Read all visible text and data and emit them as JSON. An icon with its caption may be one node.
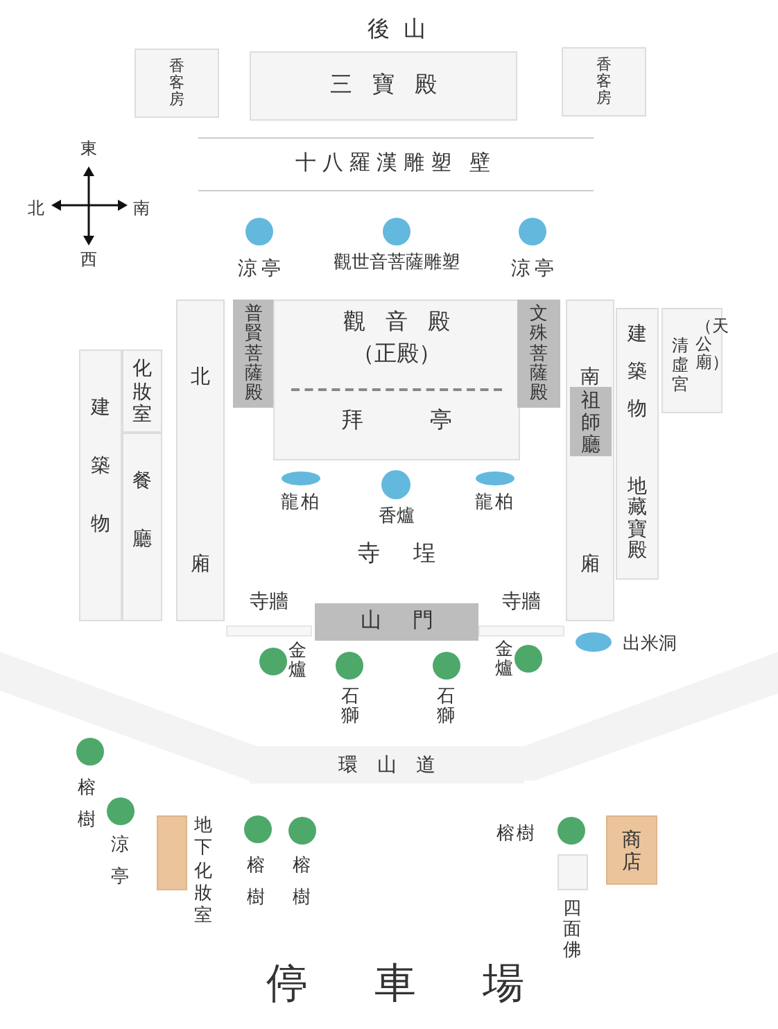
{
  "diagram": {
    "nodes": [
      {
        "text": [
          "香客房"
        ]
      },
      {
        "text": [
          "三寶殿"
        ]
      },
      {
        "text": [
          "香客房"
        ]
      },
      {
        "text": [
          "十八羅漢雕塑 壁"
        ]
      },
      {
        "text": [],
        "shape": "circle",
        "beside": [
          "涼亭"
        ]
      },
      {
        "text": [],
        "shape": "circle",
        "beside": [
          "觀世音菩薩雕塑"
        ]
      },
      {
        "text": [],
        "shape": "circle",
        "beside": [
          "涼亭"
        ]
      },
      {
        "text": [
          "建築物"
        ]
      },
      {
        "text": [
          "化妝室"
        ]
      },
      {
        "text": [
          "餐廳"
        ]
      },
      {
        "text": [
          "北",
          "廂"
        ]
      },
      {
        "text": [
          "普賢菩薩殿"
        ]
      },
      {
        "text": [
          "觀音殿",
          "（正殿）",
          "拜亭"
        ]
      },
      {
        "text": [
          "文殊菩薩殿"
        ]
      },
      {
        "text": [
          "南",
          "廂"
        ]
      },
      {
        "text": [
          "祖師廳"
        ],
        "in": 14
      },
      {
        "text": [
          "建築物",
          "地藏寶殿"
        ]
      },
      {
        "text": [
          "清虛宮",
          "（天公廟）"
        ]
      },
      {
        "text": [],
        "shape": "oval",
        "beside": [
          "龍柏"
        ]
      },
      {
        "text": [],
        "shape": "circle",
        "beside": [
          "香爐"
        ]
      },
      {
        "text": [],
        "shape": "oval",
        "beside": [
          "龍柏"
        ]
      },
      {
        "text": [
          "寺牆"
        ]
      },
      {
        "text": [
          "山門"
        ]
      },
      {
        "text": [
          "寺牆"
        ]
      },
      {
        "text": [],
        "shape": "oval",
        "beside": [
          "出米洞"
        ]
      },
      {
        "text": [],
        "shape": "circle",
        "beside": [
          "金爐"
        ]
      },
      {
        "text": [],
        "shape": "circle",
        "beside": [
          "石獅"
        ]
      },
      {
        "text": [],
        "shape": "circle",
        "beside": [
          "石獅"
        ]
      },
      {
        "text": [],
        "shape": "circle",
        "beside": [
          "金爐"
        ]
      },
      {
        "text": [
          "環山道"
        ]
      },
      {
        "text": [],
        "shape": "circle",
        "beside": [
          "榕樹"
        ]
      },
      {
        "text": [],
        "shape": "circle",
        "beside": [
          "涼亭"
        ]
      },
      {
        "text": [],
        "shape": "box",
        "beside": [
          "地下化妝室"
        ]
      },
      {
        "text": [],
        "shape": "circle",
        "beside": [
          "榕樹"
        ]
      },
      {
        "text": [],
        "shape": "circle",
        "beside": [
          "榕樹"
        ]
      },
      {
        "text": [],
        "shape": "circle",
        "beside": [
          "榕樹"
        ]
      },
      {
        "text": [
          "商店"
        ]
      },
      {
        "text": [],
        "shape": "box",
        "beside": [
          "四面佛"
        ]
      }
    ],
    "labels": [
      "後山",
      "東",
      "北",
      "南",
      "西",
      "寺埕",
      "停車場"
    ]
  }
}
